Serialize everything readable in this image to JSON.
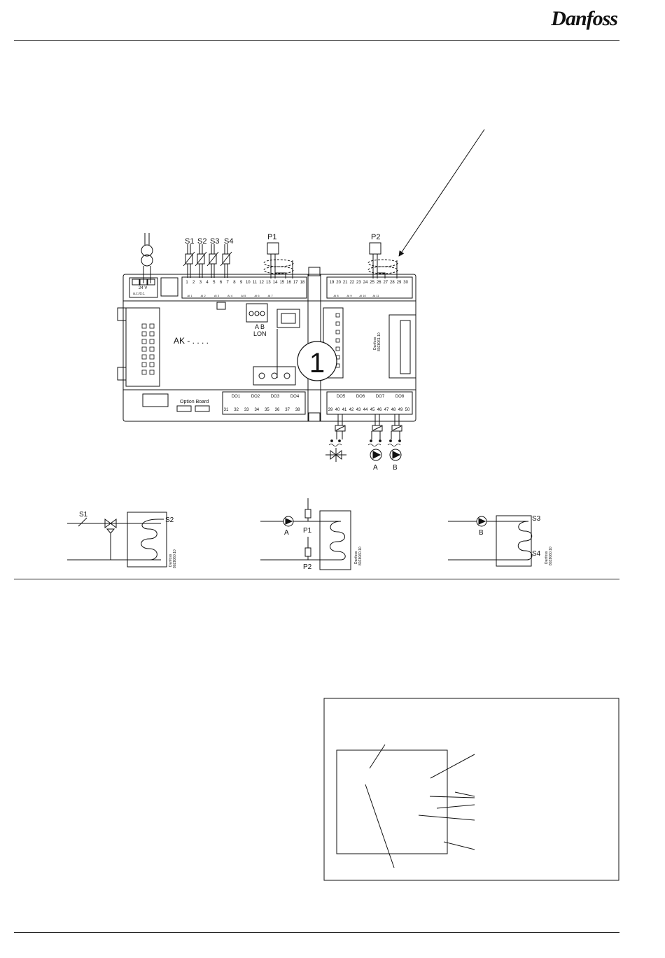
{
  "brand": {
    "logo_text": "Danfoss"
  },
  "controller": {
    "label": "AK - . . . .",
    "module_number": "1",
    "power_label": "24 V",
    "power_sub": "a.c./d.c.",
    "lon_ab": "A  B",
    "lon": "LON",
    "option_board": "Option Board",
    "side_text_1": "Danfoss",
    "side_text_2": "80Z8061.10",
    "sensors": [
      "S1",
      "S2",
      "S3",
      "S4"
    ],
    "pressure": [
      "P1",
      "P2"
    ],
    "terminals_top_left": [
      "1",
      "2",
      "3",
      "4",
      "5",
      "6",
      "7",
      "8",
      "9",
      "10",
      "11",
      "12",
      "13",
      "14",
      "15",
      "16",
      "17",
      "18"
    ],
    "terminals_top_right": [
      "19",
      "20",
      "21",
      "22",
      "23",
      "24",
      "25",
      "26",
      "27",
      "28",
      "29",
      "30"
    ],
    "do_left": [
      "DO1",
      "DO2",
      "DO3",
      "DO4"
    ],
    "do_left_terms": [
      "31",
      "32",
      "33",
      "34",
      "35",
      "36",
      "37",
      "38"
    ],
    "do_right": [
      "DO5",
      "DO6",
      "DO7",
      "DO8"
    ],
    "do_right_terms": [
      "39",
      "40",
      "41",
      "42",
      "43",
      "44",
      "45",
      "46",
      "47",
      "48",
      "49",
      "50"
    ],
    "ai_labels_left": [
      "AI 1",
      "AI 2",
      "AI 3",
      "AI 4",
      "AI 5",
      "AI 6",
      "AI 7"
    ],
    "ai_labels_right": [
      "AI 8",
      "AI 9",
      "AI 10",
      "AI 11"
    ],
    "pumps": [
      "A",
      "B"
    ]
  },
  "sketches": {
    "left": {
      "s1": "S1",
      "s2": "S2",
      "side": "Danfoss",
      "code": "80Z8060.10"
    },
    "middle": {
      "a": "A",
      "p1": "P1",
      "p2": "P2",
      "side": "Danfoss",
      "code": "80Z8060.10"
    },
    "right": {
      "b": "B",
      "s3": "S3",
      "s4": "S4",
      "side": "Danfoss",
      "code": "80Z8060.10"
    }
  }
}
